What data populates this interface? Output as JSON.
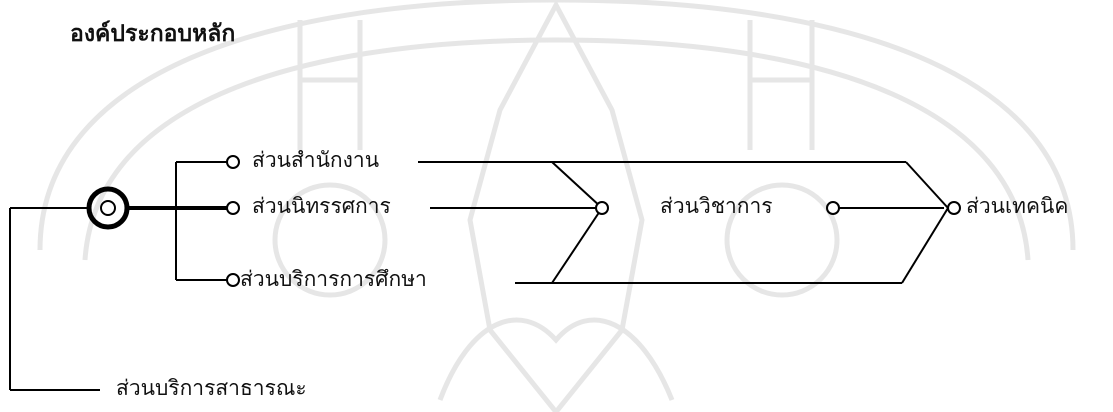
{
  "title": "องค์ประกอบหลัก",
  "nodes": {
    "office": "ส่วนสำนักงาน",
    "exhibition": "ส่วนนิทรรศการ",
    "education": "ส่วนบริการการศึกษา",
    "academic": "ส่วนวิชาการ",
    "technical": "ส่วนเทคนิค",
    "public": "ส่วนบริการสาธารณะ"
  },
  "colors": {
    "line": "#000000",
    "text": "#111111",
    "watermark": "#c8c8c8"
  },
  "watermark": {
    "kind": "university seal",
    "opacity": 0.45
  }
}
